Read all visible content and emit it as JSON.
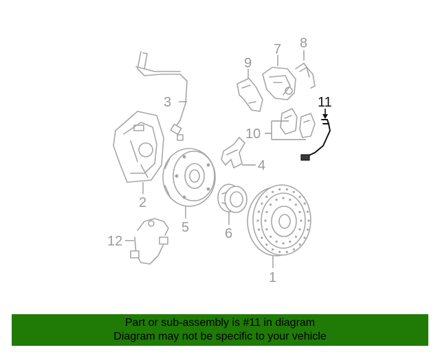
{
  "diagram": {
    "callouts": {
      "c1": "1",
      "c2": "2",
      "c3": "3",
      "c4": "4",
      "c5": "5",
      "c6": "6",
      "c7": "7",
      "c8": "8",
      "c9": "9",
      "c10": "10",
      "c11": "11",
      "c12": "12"
    },
    "colors": {
      "parts": "#a6a6a6",
      "highlight": "#111111",
      "banner": "#1f7a06"
    },
    "highlighted_part": "11"
  },
  "banner": {
    "line1": "Part or sub-assembly is #11 in diagram",
    "line2": "Diagram may not be specific to your vehicle"
  }
}
